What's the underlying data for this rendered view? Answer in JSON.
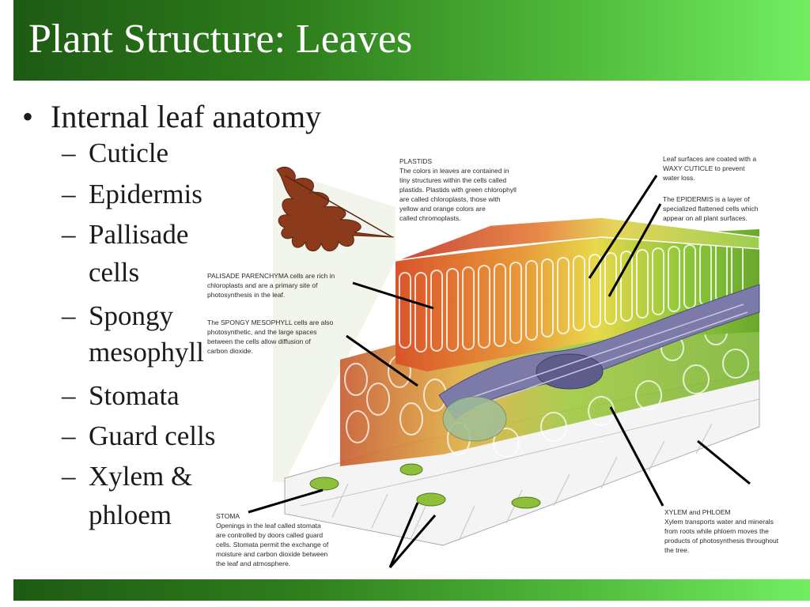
{
  "slide": {
    "title": "Plant Structure: Leaves",
    "bullet": "Internal leaf anatomy",
    "sub_items": [
      {
        "line1": "Cuticle",
        "line2": ""
      },
      {
        "line1": "Epidermis",
        "line2": ""
      },
      {
        "line1": "Pallisade",
        "line2": "cells"
      },
      {
        "line1": "Spongy",
        "line2": "mesophyll"
      },
      {
        "line1": "Stomata",
        "line2": ""
      },
      {
        "line1": "Guard cells",
        "line2": ""
      },
      {
        "line1": "Xylem &",
        "line2": "phloem"
      }
    ]
  },
  "diagram": {
    "plastids": {
      "head": "PLASTIDS",
      "lines": [
        "The colors in leaves are contained in",
        "tiny structures within the cells called",
        "plastids. Plastids with green chlorophyll",
        "are called chloroplasts, those with",
        "yellow and orange colors are",
        "called chromoplasts."
      ]
    },
    "cuticle": {
      "lines": [
        "Leaf surfaces are coated with a",
        "WAXY CUTICLE to prevent",
        "water loss."
      ]
    },
    "epidermis": {
      "lines": [
        "The EPIDERMIS is a layer of",
        "specialized flattened cells which",
        "appear on all plant surfaces."
      ]
    },
    "palisade": {
      "lines": [
        "PALISADE PARENCHYMA cells are rich in",
        "chloroplasts and are a primary site of",
        "photosynthesis in the leaf."
      ]
    },
    "spongy": {
      "lines": [
        "The SPONGY MESOPHYLL cells are also",
        "photosynthetic, and the large spaces",
        "between the cells allow diffusion of",
        "carbon dioxide."
      ]
    },
    "stoma": {
      "head": "STOMA",
      "lines": [
        "Openings in the leaf called stomata",
        "are controlled by doors called guard",
        "cells. Stomata permit the exchange of",
        "moisture and carbon dioxide between",
        "the leaf and atmosphere."
      ]
    },
    "xylem": {
      "head": "XYLEM and PHLOEM",
      "lines": [
        "Xylem transports water and minerals",
        "from roots while phloem moves the",
        "products of photosynthesis throughout",
        "the tree."
      ]
    },
    "colors": {
      "title_bar_dark": "#1e5a14",
      "title_bar_light": "#72ee62",
      "palisade_red": "#d9542a",
      "palisade_yellow": "#e8d94a",
      "palisade_green": "#8cc63a",
      "vein_purple": "#7b7aa8"
    }
  }
}
